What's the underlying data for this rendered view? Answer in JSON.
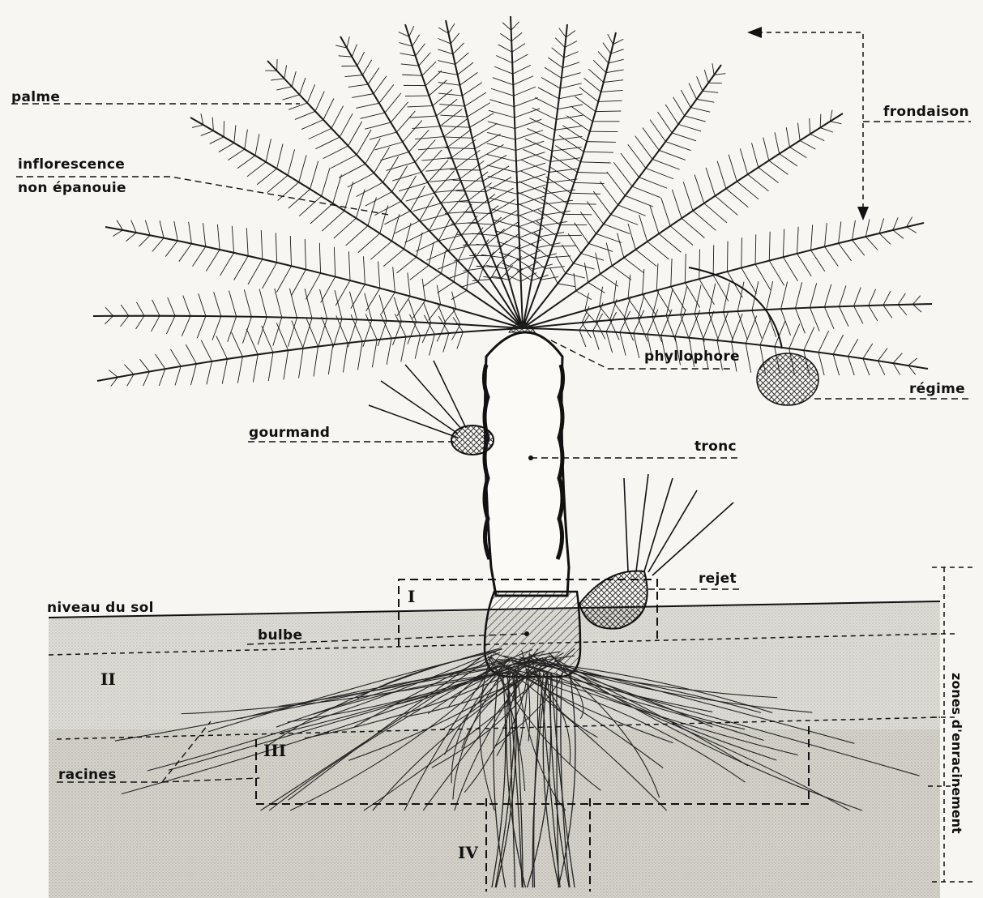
{
  "labels": {
    "palme": "palme",
    "inflorescence_1": "inflorescence",
    "inflorescence_2": "non épanouie",
    "frondaison": "frondaison",
    "phyllophore": "phyllophore",
    "regime": "régime",
    "gourmand": "gourmand",
    "tronc": "tronc",
    "rejet": "rejet",
    "niveau_du_sol": "niveau du sol",
    "bulbe": "bulbe",
    "racines": "racines",
    "zones": "zones d'enracinement"
  },
  "zones": [
    "I",
    "II",
    "III",
    "IV"
  ],
  "colors": {
    "ink": "#111111",
    "soil": "#dcdad4",
    "soil_deep": "#cfccc5",
    "background": "#f7f6f3"
  }
}
